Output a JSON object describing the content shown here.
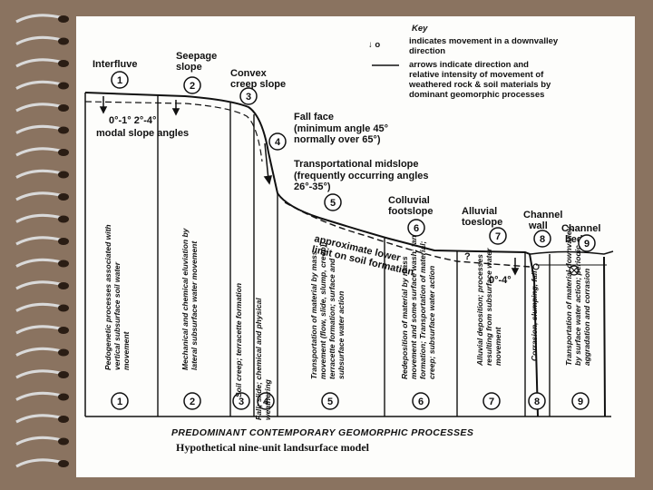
{
  "key": {
    "title": "Key",
    "symbol": "↓ o",
    "symbol_text": "indicates movement in a downvalley direction",
    "arrows_text": "arrows indicate direction and relative intensity of movement of weathered rock & soil materials by dominant geomorphic processes"
  },
  "units": [
    {
      "num": "1",
      "name": "Interfluve",
      "process": "Pedogenetic processes associated with vertical subsurface soil water movement"
    },
    {
      "num": "2",
      "name": "Seepage slope",
      "process": "Mechanical and chemical eluviation by lateral subsurface water movement"
    },
    {
      "num": "3",
      "name": "Convex creep slope",
      "process": "Soil creep; terracette formation"
    },
    {
      "num": "4",
      "name": "Fall face",
      "process": "Fall; slide; chemical and physical weathering"
    },
    {
      "num": "5",
      "name": "Transportational midslope",
      "process": "Transportation of material by mass movement (flow, slide, slump, creep); terracette formation; surface and subsurface water action"
    },
    {
      "num": "6",
      "name": "Colluvial footslope",
      "process": "Redeposition of material by mass movement and some surface wash; fan formation; Transportation of material; creep; subsurface water action"
    },
    {
      "num": "7",
      "name": "Alluvial toeslope",
      "process": "Alluvial deposition; processes resulting from subsurface water movement"
    },
    {
      "num": "8",
      "name": "Channel wall",
      "process": "Corrasion, slumping, fall"
    },
    {
      "num": "9",
      "name": "Channel bed",
      "process": "Transportation of material downvalley by surface water action; periodic aggradation and corrasion"
    }
  ],
  "annotations": {
    "angles_1_2": "0°-1°  2°-4°",
    "modal": "modal slope angles",
    "fall_detail": "(minimum angle 45° normally over 65°)",
    "mid_detail": "(frequently occurring angles 26°-35°)",
    "soil_limit": "approximate lower limit on soil formation",
    "angle_7": "0°-4°",
    "question": "?"
  },
  "caption": {
    "line1": "PREDOMINANT CONTEMPORARY GEOMORPHIC PROCESSES",
    "line2": "Hypothetical nine-unit landsurface model"
  },
  "colors": {
    "background": "#8a7360",
    "paper": "#fdfdfb",
    "ink": "#111111",
    "ring": "#d9d9d9"
  }
}
